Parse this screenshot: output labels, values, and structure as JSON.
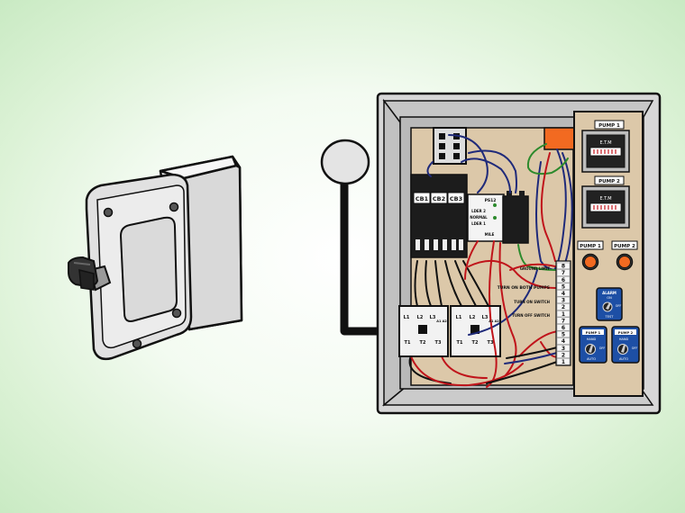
{
  "colors": {
    "background_center": "#ffffff",
    "background_edge": "#c9eac3",
    "enclosure": "#d7d7d7",
    "backplate": "#dcc8a9",
    "wire_red": "#c0141b",
    "wire_blue": "#1f2a7a",
    "wire_green": "#2c8a2c",
    "wire_black": "#111111",
    "button_orange": "#f26a21",
    "selector_blue": "#1d4fa5"
  },
  "icons": {
    "disconnect_switch": "disconnect-switch-icon",
    "float_switch": "float-switch-icon",
    "control_panel": "control-panel-icon"
  },
  "breakers": [
    "CB1",
    "CB2",
    "CB3"
  ],
  "relay": {
    "title": "PS12",
    "line1": "LDER 2",
    "line2": "NORMAL",
    "line3": "LDER 1",
    "line4": "MILE"
  },
  "contactors": [
    {
      "top": [
        "L1",
        "L2",
        "L3"
      ],
      "top_extra": "A1 A2",
      "bottom": [
        "T1",
        "T2",
        "T3"
      ]
    },
    {
      "top": [
        "L1",
        "L2",
        "L3"
      ],
      "top_extra": "A1 A2",
      "bottom": [
        "T1",
        "T2",
        "T3"
      ]
    }
  ],
  "terminal_labels": [
    "GROUND LIMIT",
    "TURN ON BOTH PUMPS",
    "TURN ON SWITCH",
    "TURN OFF SWITCH"
  ],
  "terminal_numbers": [
    "8",
    "7",
    "6",
    "5",
    "4",
    "3",
    "2",
    "1",
    "7",
    "6",
    "5",
    "4",
    "3",
    "2",
    "1"
  ],
  "panel": {
    "meters": [
      {
        "title": "PUMP 1",
        "label": "E.T.M"
      },
      {
        "title": "PUMP 2",
        "label": "E.T.M"
      }
    ],
    "buttons": [
      "PUMP 1",
      "PUMP 2"
    ],
    "alarm": {
      "top": "ALARM",
      "on": "ON",
      "off": "OFF",
      "test": "TEST"
    },
    "selectors": [
      {
        "title": "PUMP 1",
        "hand": "HAND",
        "off": "OFF",
        "auto": "AUTO"
      },
      {
        "title": "PUMP 2",
        "hand": "HAND",
        "off": "OFF",
        "auto": "AUTO"
      }
    ]
  }
}
